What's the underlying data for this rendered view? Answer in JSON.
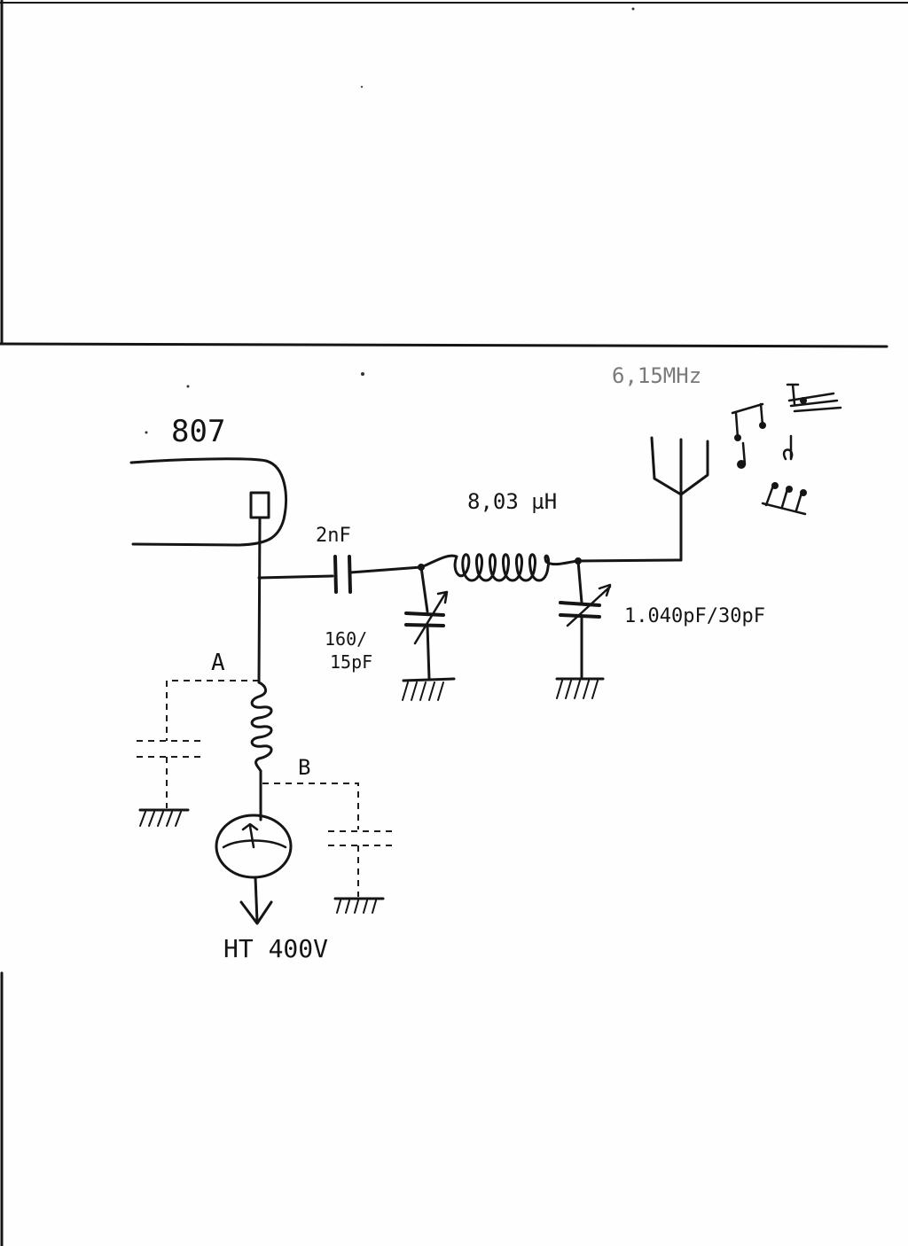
{
  "labels": {
    "tube": "807",
    "coupling_cap": "2nF",
    "inductor": "8,03 µH",
    "tune_cap": "160/\n15pF",
    "load_cap": "1.040pF/30pF",
    "frequency": "6,15MHz",
    "node_a": "A",
    "node_b": "B",
    "supply": "HT 400V"
  }
}
